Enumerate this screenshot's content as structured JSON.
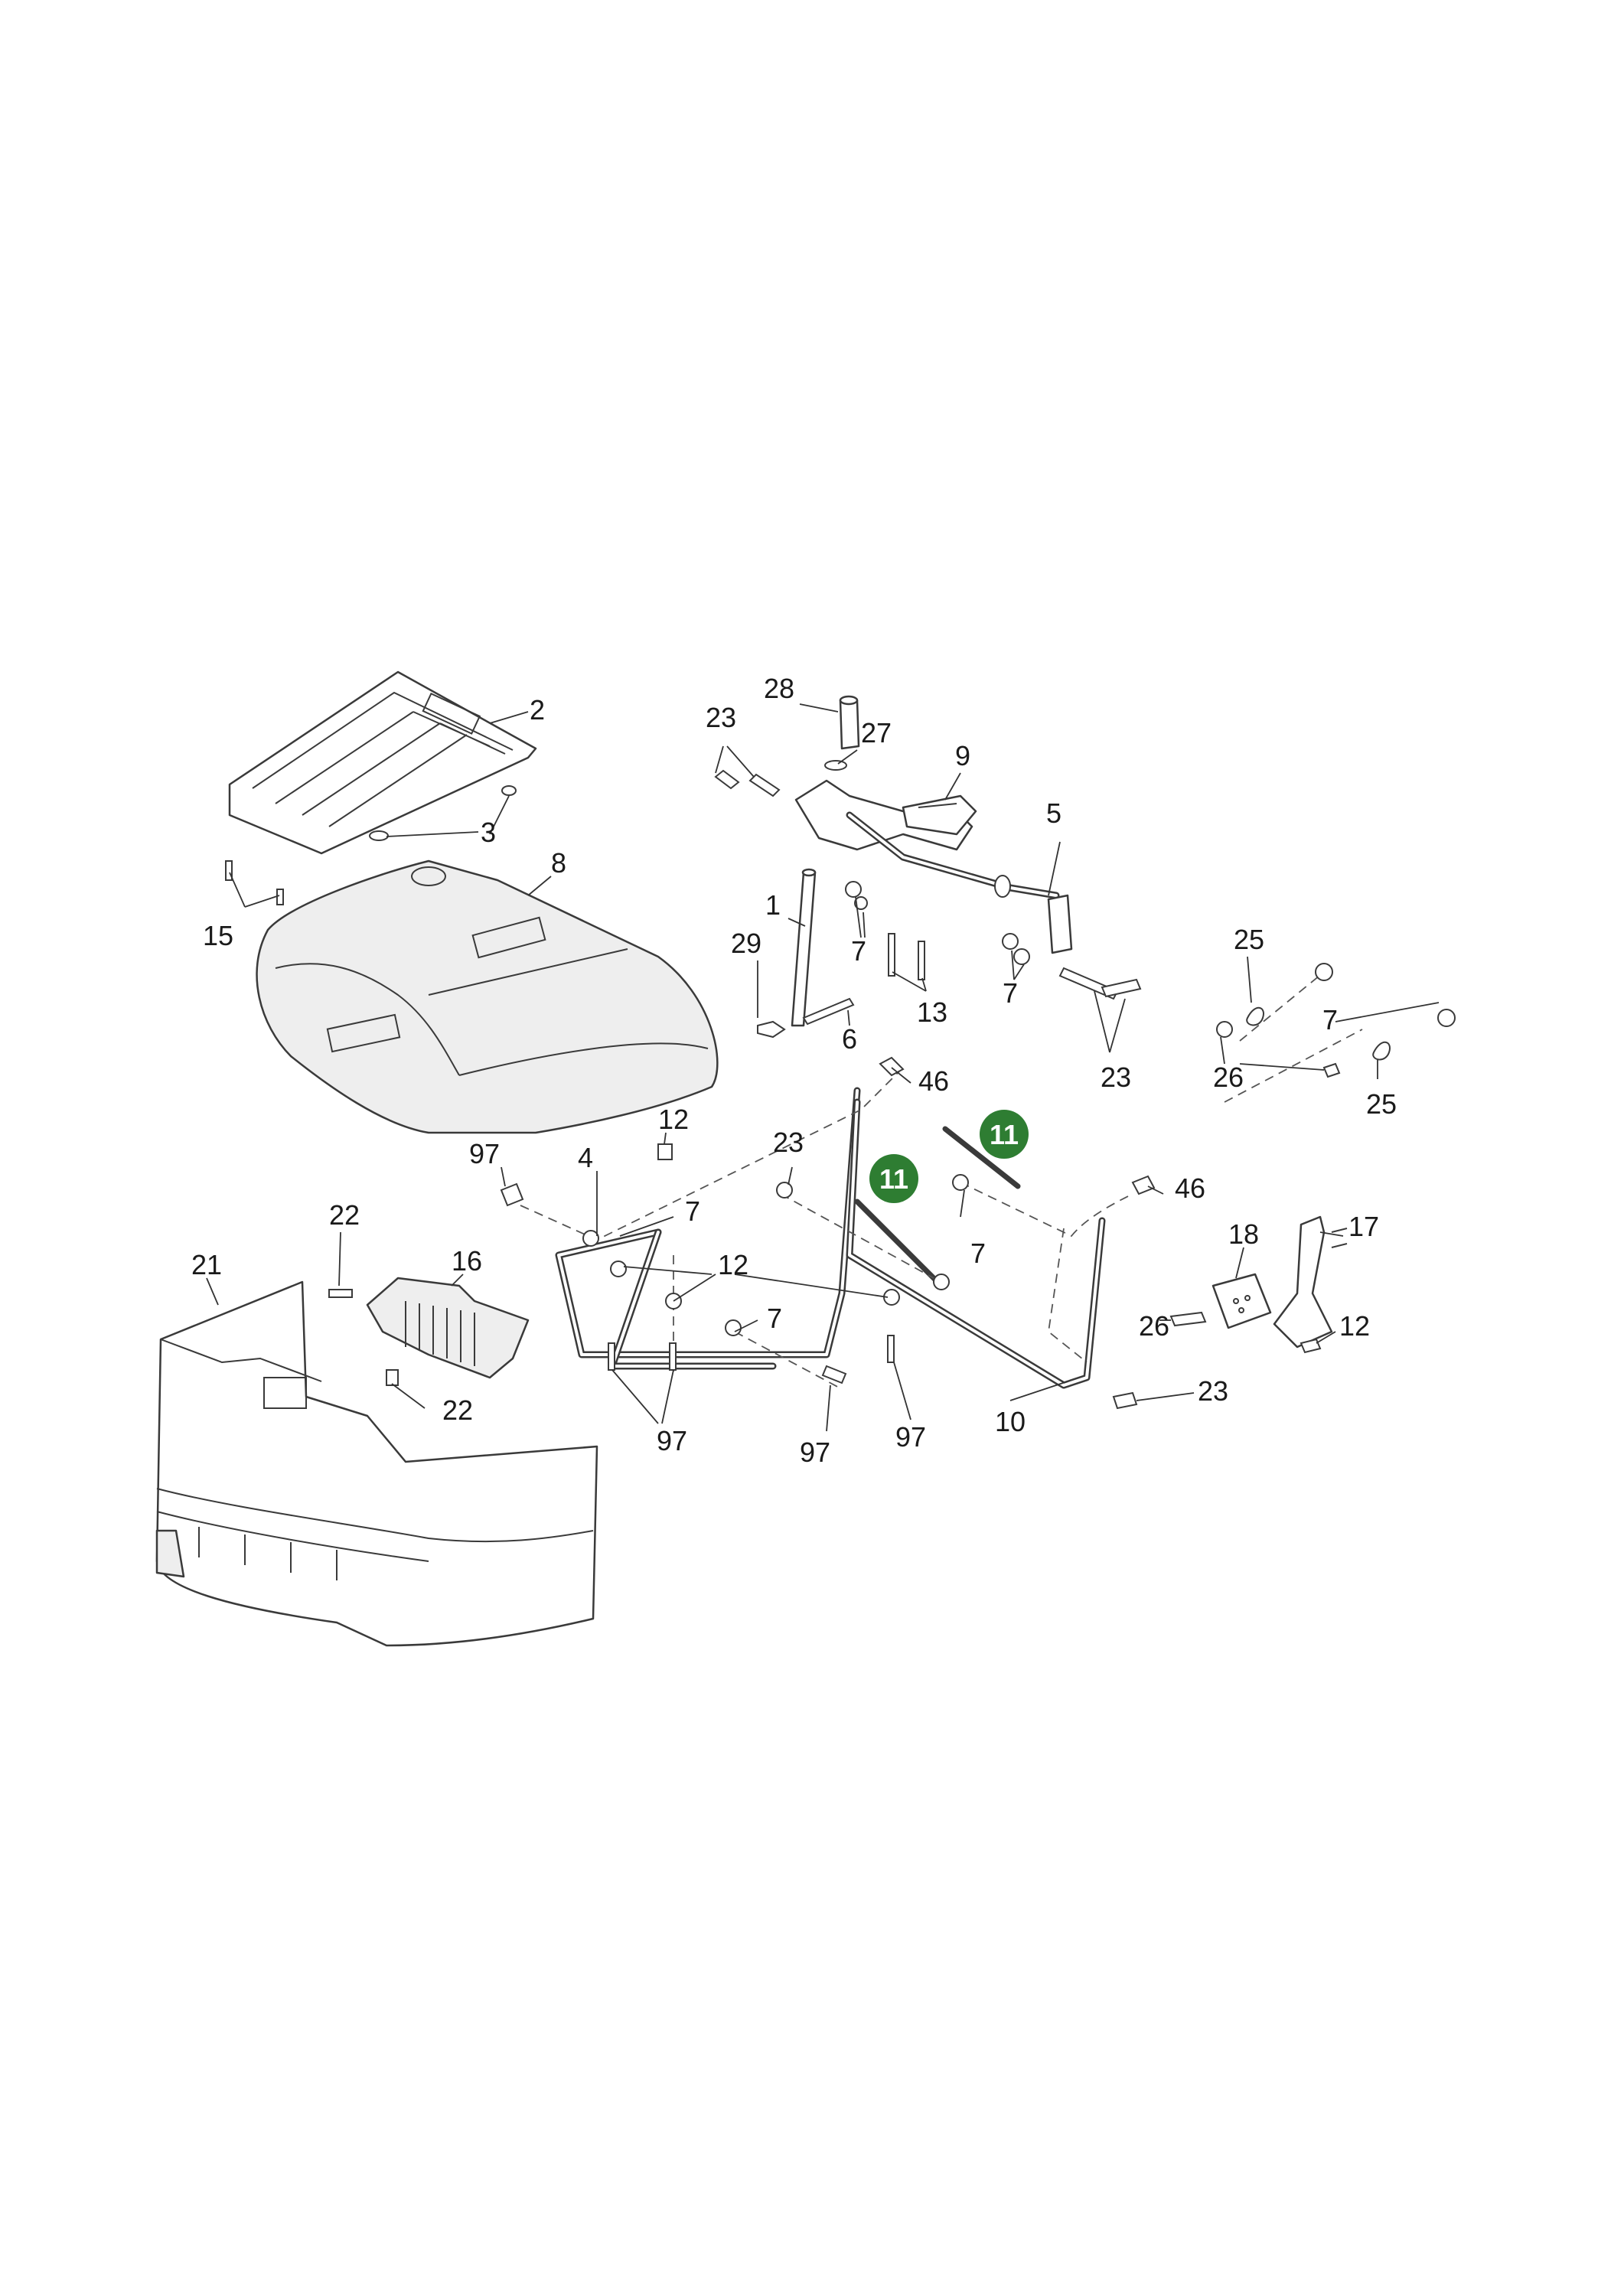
{
  "diagram": {
    "labels": {
      "l2": "2",
      "l3": "3",
      "l15": "15",
      "l8": "8",
      "l28": "28",
      "l27": "27",
      "l23a": "23",
      "l9": "9",
      "l5": "5",
      "l1": "1",
      "l29": "29",
      "l7a": "7",
      "l6": "6",
      "l13": "13",
      "l7b": "7",
      "l23b": "23",
      "l25a": "25",
      "l7c": "7",
      "l26a": "26",
      "l25b": "25",
      "l46a": "46",
      "l12a": "12",
      "l97a": "97",
      "l4": "4",
      "l7d": "7",
      "l23c": "23",
      "l7e": "7",
      "l46b": "46",
      "l22a": "22",
      "l16": "16",
      "l21": "21",
      "l22b": "22",
      "l12b": "12",
      "l7f": "7",
      "l97b": "97",
      "l97c": "97",
      "l97d": "97",
      "l10": "10",
      "l18": "18",
      "l17": "17",
      "l26b": "26",
      "l12c": "12",
      "l23d": "23"
    },
    "highlight_labels": {
      "h1": "11",
      "h2": "11"
    },
    "colors": {
      "highlight": "#2e7d32",
      "line": "#3a3a3a"
    }
  }
}
